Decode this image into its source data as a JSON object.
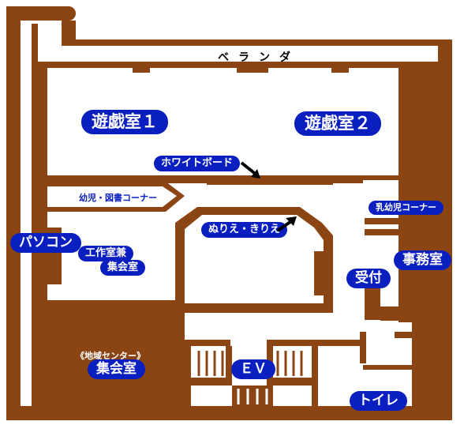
{
  "labels": {
    "veranda": "ベランダ",
    "playroom1": "遊戯室１",
    "playroom2": "遊戯室２",
    "whiteboard": "ホワイトボード",
    "library_corner": "幼児・図書コーナー",
    "infant_corner": "乳幼児コーナー",
    "coloring": "ぬりえ・きりえ",
    "pc": "パソコン",
    "workshop_line1": "工作室兼",
    "workshop_line2": "集会室",
    "office": "事務室",
    "reception": "受付",
    "community_line1": "《地域センター》",
    "community_line2": "集会室",
    "ev": "ＥＶ",
    "toilet": "トイレ"
  },
  "colors": {
    "wall": "#8b4513",
    "label_bg": "#0a1fbf",
    "label_text": "#ffffff",
    "floor": "#ffffff"
  }
}
